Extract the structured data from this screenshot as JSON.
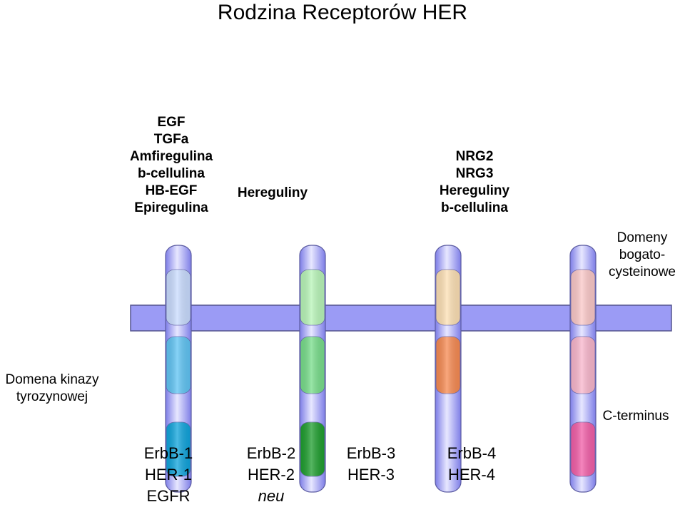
{
  "title": "Rodzina Receptorów HER",
  "membrane_color": "#9b9bf5",
  "ligands": [
    [
      "EGF",
      "TGFa",
      "Amfiregulina",
      "b-cellulina",
      "HB-EGF",
      "Epiregulina"
    ],
    [
      "Hereguliny"
    ],
    [
      "NRG2",
      "NRG3",
      "Hereguliny",
      "b-cellulina"
    ]
  ],
  "annotations": {
    "cysteine": [
      "Domeny",
      "bogato-",
      "cysteinowe"
    ],
    "kinase": [
      "Domena kinazy",
      "tyrozynowej"
    ],
    "cterm": "C-terminus"
  },
  "receptors": [
    {
      "names": [
        "ErbB-1",
        "HER-1",
        "EGFR"
      ],
      "colors": {
        "cysteine": "#c9dcff",
        "kinase": "#5fc4f4",
        "cterm": "#0fa4dc"
      }
    },
    {
      "names": [
        "ErbB-2",
        "HER-2",
        "neu"
      ],
      "colors": {
        "cysteine": "#b8f5b8",
        "kinase": "#77dd8a",
        "cterm": "#1e9e2e"
      }
    },
    {
      "names": [
        "ErbB-3",
        "HER-3"
      ],
      "colors": {
        "cysteine": "#fde0b4",
        "kinase": "#f78a52",
        "cterm": null
      }
    },
    {
      "names": [
        "ErbB-4",
        "HER-4"
      ],
      "colors": {
        "cysteine": "#fbc8c8",
        "kinase": "#f9b6cc",
        "cterm": "#f25ea8"
      }
    }
  ]
}
